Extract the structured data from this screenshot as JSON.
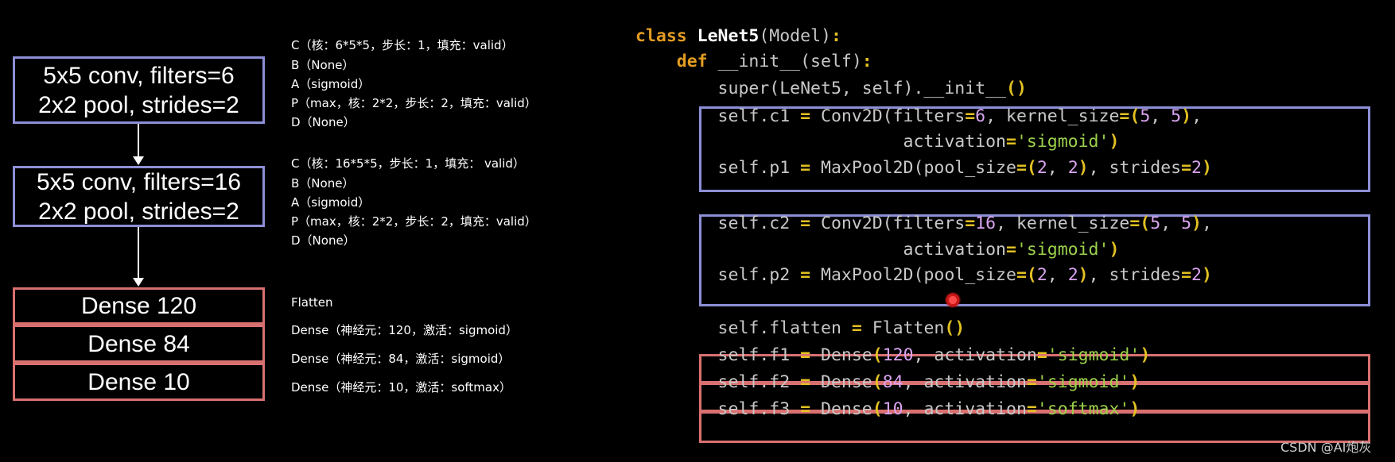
{
  "diagram": {
    "conv1": [
      "5x5 conv, filters=6",
      "2x2 pool, strides=2"
    ],
    "conv2": [
      "5x5 conv, filters=16",
      "2x2 pool, strides=2"
    ],
    "dense": [
      "Dense 120",
      "Dense 84",
      "Dense 10"
    ]
  },
  "notes": [
    "C（核：6*5*5，步长：1，填充：valid）",
    "B（None）",
    "A（sigmoid）",
    "P（max，核：2*2，步长：2，填充：valid）",
    "D（None）",
    "C（核：16*5*5，步长：1，填充： valid）",
    "B（None）",
    "A（sigmoid）",
    "P（max，核：2*2，步长：2，填充：valid）",
    "D（None）",
    "Flatten",
    "Dense（神经元：120，激活：sigmoid）",
    "Dense（神经元：84，激活：sigmoid）",
    "Dense（神经元：10，激活：softmax）"
  ],
  "code": [
    [
      [
        "kw",
        "class "
      ],
      [
        "cls",
        "LeNet5"
      ],
      [
        "",
        "(Model)"
      ],
      [
        "op",
        ":"
      ]
    ],
    [
      [
        "kw",
        "    def "
      ],
      [
        "",
        "__init__(self)"
      ],
      [
        "op",
        ":"
      ]
    ],
    [
      [
        "",
        "        super(LeNet5, self).__init__"
      ],
      [
        "op",
        "()"
      ]
    ],
    [
      [
        "",
        "        self.c1 "
      ],
      [
        "op",
        "= "
      ],
      [
        "",
        "Conv2D(filters"
      ],
      [
        "op",
        "="
      ],
      [
        "num",
        "6"
      ],
      [
        "",
        ", kernel_size"
      ],
      [
        "op",
        "="
      ],
      [
        "op",
        "("
      ],
      [
        "num",
        "5"
      ],
      [
        "",
        ", "
      ],
      [
        "num",
        "5"
      ],
      [
        "op",
        ")"
      ],
      [
        "",
        ","
      ]
    ],
    [
      [
        "",
        "                          activation"
      ],
      [
        "op",
        "="
      ],
      [
        "str",
        "'sigmoid'"
      ],
      [
        "op",
        ")"
      ]
    ],
    [
      [
        "",
        "        self.p1 "
      ],
      [
        "op",
        "= "
      ],
      [
        "",
        "MaxPool2D(pool_size"
      ],
      [
        "op",
        "=("
      ],
      [
        "num",
        "2"
      ],
      [
        "",
        ", "
      ],
      [
        "num",
        "2"
      ],
      [
        "op",
        ")"
      ],
      [
        "",
        ", strides"
      ],
      [
        "op",
        "="
      ],
      [
        "num",
        "2"
      ],
      [
        "op",
        ")"
      ]
    ],
    [
      [
        "",
        ""
      ]
    ],
    [
      [
        "",
        "        self.c2 "
      ],
      [
        "op",
        "= "
      ],
      [
        "",
        "Conv2D(filters"
      ],
      [
        "op",
        "="
      ],
      [
        "num",
        "16"
      ],
      [
        "",
        ", kernel_size"
      ],
      [
        "op",
        "="
      ],
      [
        "op",
        "("
      ],
      [
        "num",
        "5"
      ],
      [
        "",
        ", "
      ],
      [
        "num",
        "5"
      ],
      [
        "op",
        ")"
      ],
      [
        "",
        ","
      ]
    ],
    [
      [
        "",
        "                          activation"
      ],
      [
        "op",
        "="
      ],
      [
        "str",
        "'sigmoid'"
      ],
      [
        "op",
        ")"
      ]
    ],
    [
      [
        "",
        "        self.p2 "
      ],
      [
        "op",
        "= "
      ],
      [
        "",
        "MaxPool2D(pool_size"
      ],
      [
        "op",
        "=("
      ],
      [
        "num",
        "2"
      ],
      [
        "",
        ", "
      ],
      [
        "num",
        "2"
      ],
      [
        "op",
        ")"
      ],
      [
        "",
        ", strides"
      ],
      [
        "op",
        "="
      ],
      [
        "num",
        "2"
      ],
      [
        "op",
        ")"
      ]
    ],
    [
      [
        "",
        ""
      ]
    ],
    [
      [
        "",
        "        self.flatten "
      ],
      [
        "op",
        "= "
      ],
      [
        "",
        "Flatten"
      ],
      [
        "op",
        "()"
      ]
    ],
    [
      [
        "",
        "        self.f1 "
      ],
      [
        "op",
        "= "
      ],
      [
        "",
        "Dense"
      ],
      [
        "op",
        "("
      ],
      [
        "num",
        "120"
      ],
      [
        "",
        ", activation"
      ],
      [
        "op",
        "="
      ],
      [
        "str",
        "'sigmoid'"
      ],
      [
        "op",
        ")"
      ]
    ],
    [
      [
        "",
        "        self.f2 "
      ],
      [
        "op",
        "= "
      ],
      [
        "",
        "Dense"
      ],
      [
        "op",
        "("
      ],
      [
        "num",
        "84"
      ],
      [
        "",
        ", activation"
      ],
      [
        "op",
        "="
      ],
      [
        "str",
        "'sigmoid'"
      ],
      [
        "op",
        ")"
      ]
    ],
    [
      [
        "",
        "        self.f3 "
      ],
      [
        "op",
        "= "
      ],
      [
        "",
        "Dense"
      ],
      [
        "op",
        "("
      ],
      [
        "num",
        "10"
      ],
      [
        "",
        ", activation"
      ],
      [
        "op",
        "="
      ],
      [
        "str",
        "'softmax'"
      ],
      [
        "op",
        ")"
      ]
    ]
  ],
  "watermark": "CSDN @AI炮灰",
  "colors": {
    "blue_box": "#8d8fd6",
    "red_box": "#d97070",
    "keyword": "#e29c22",
    "operator": "#e2c022",
    "number": "#d9a4f0",
    "string": "#9bd14a"
  }
}
